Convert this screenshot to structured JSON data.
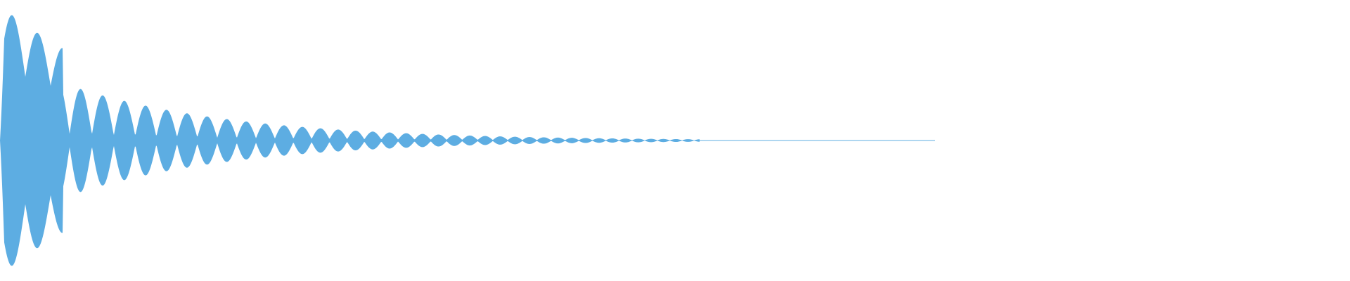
{
  "waveform": {
    "fill_color": "#5dade2",
    "background_color": "#ffffff",
    "duration_fraction": 0.69,
    "peak_amplitude": 1.0,
    "decay": "exponential"
  }
}
